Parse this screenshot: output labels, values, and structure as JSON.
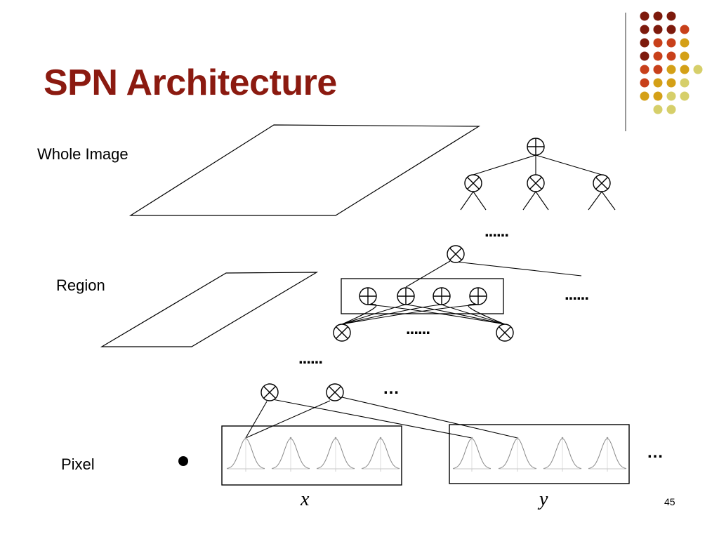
{
  "slide": {
    "title": "SPN Architecture",
    "page_number": "45"
  },
  "levels": {
    "whole_image": "Whole Image",
    "region": "Region",
    "pixel": "Pixel"
  },
  "variables": {
    "x": "x",
    "y": "y"
  },
  "ellipses": {
    "long": "......",
    "short": "…"
  },
  "colors": {
    "title": "#8b1a10",
    "dot_palette": [
      "#7d1a0c",
      "#c8401a",
      "#d4a017",
      "#d6cf6a"
    ]
  }
}
